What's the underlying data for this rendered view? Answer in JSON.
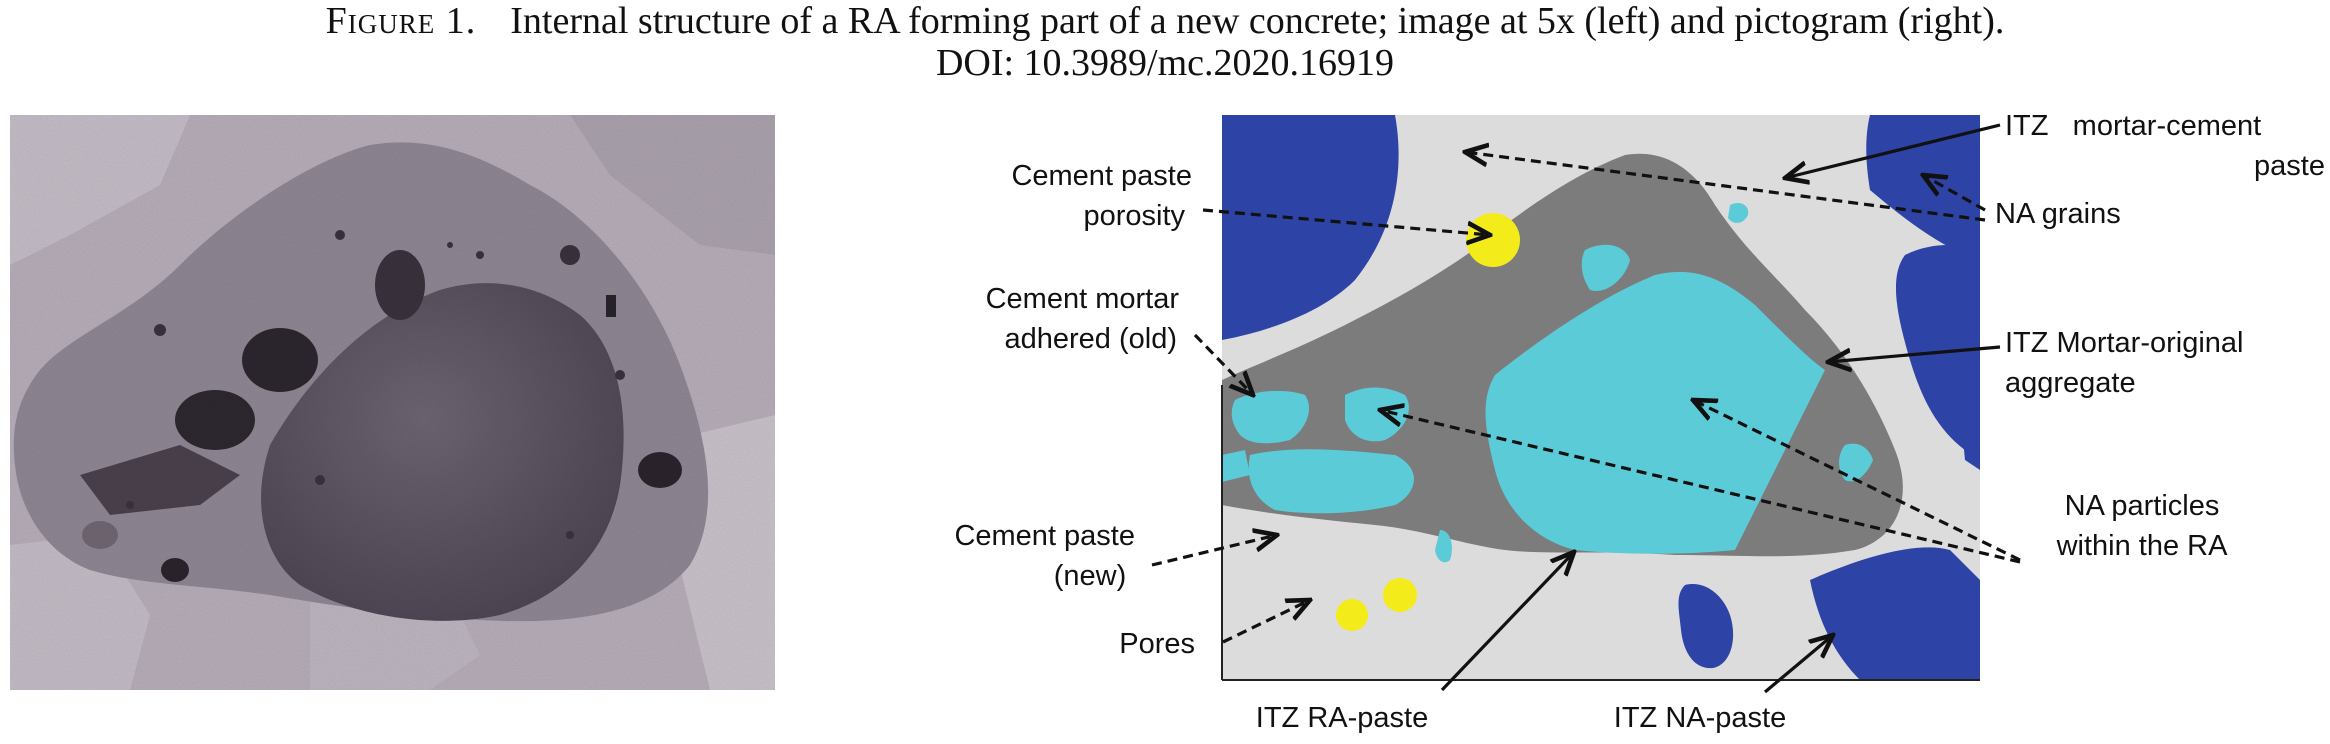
{
  "caption": {
    "label": "Figure 1.",
    "text": "Internal structure of a RA forming part of a new concrete; image at 5x (left) and pictogram (right).",
    "doi": "DOI: 10.3989/mc.2020.16919"
  },
  "labels": {
    "itz_mortar_cement_paste_1": "ITZ   mortar-cement",
    "itz_mortar_cement_paste_2": "paste",
    "na_grains": "NA grains",
    "cement_paste_porosity_1": "Cement paste",
    "cement_paste_porosity_2": "porosity",
    "cement_mortar_adhered_1": "Cement mortar",
    "cement_mortar_adhered_2": "adhered (old)",
    "itz_mortar_original_aggregate_1": "ITZ Mortar-original",
    "itz_mortar_original_aggregate_2": "aggregate",
    "na_particles_within_ra_1": "NA particles",
    "na_particles_within_ra_2": "within the RA",
    "cement_paste_new_1": "Cement paste",
    "cement_paste_new_2": "(new)",
    "pores": "Pores",
    "itz_ra_paste": "ITZ RA-paste",
    "itz_na_paste": "ITZ NA-paste"
  },
  "colors": {
    "cement_paste_new": "#dcdcdc",
    "old_mortar": "#7c7c7c",
    "na_particle": "#5ccbd8",
    "na_grain": "#2e43a6",
    "pore": "#f4ec1a",
    "photo_matrix": "#b3aab5",
    "photo_aggregate": "#5e5462"
  }
}
